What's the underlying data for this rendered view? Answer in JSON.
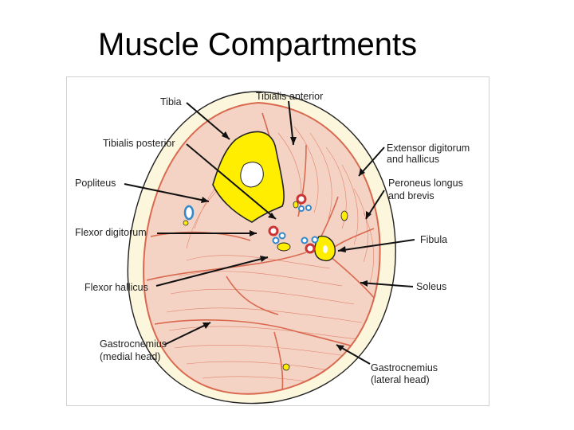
{
  "slide": {
    "title": "Muscle Compartments"
  },
  "figure": {
    "labels": {
      "tibia": "Tibia",
      "tibialis_anterior": "Tibialis anterior",
      "tibialis_posterior": "Tibialis posterior",
      "extensor_digitorum_line1": "Extensor digitorum",
      "extensor_digitorum_line2": "and hallicus",
      "popliteus": "Popliteus",
      "peroneus_line1": "Peroneus longus",
      "peroneus_line2": "and brevis",
      "flexor_digitorum": "Flexor digitorum",
      "fibula": "Fibula",
      "flexor_hallicus": "Flexor hallicus",
      "soleus": "Soleus",
      "gastrocnemius_medial_line1": "Gastrocnemius",
      "gastrocnemius_medial_line2": "(medial head)",
      "gastrocnemius_lateral_line1": "Gastrocnemius",
      "gastrocnemius_lateral_line2": "(lateral head)"
    },
    "colors": {
      "skin": "#fbf6dc",
      "muscle": "#f4d2c4",
      "muscle_line": "#d9694f",
      "bone": "#ffee00",
      "artery": "#cc3333",
      "vein": "#3388cc"
    }
  }
}
